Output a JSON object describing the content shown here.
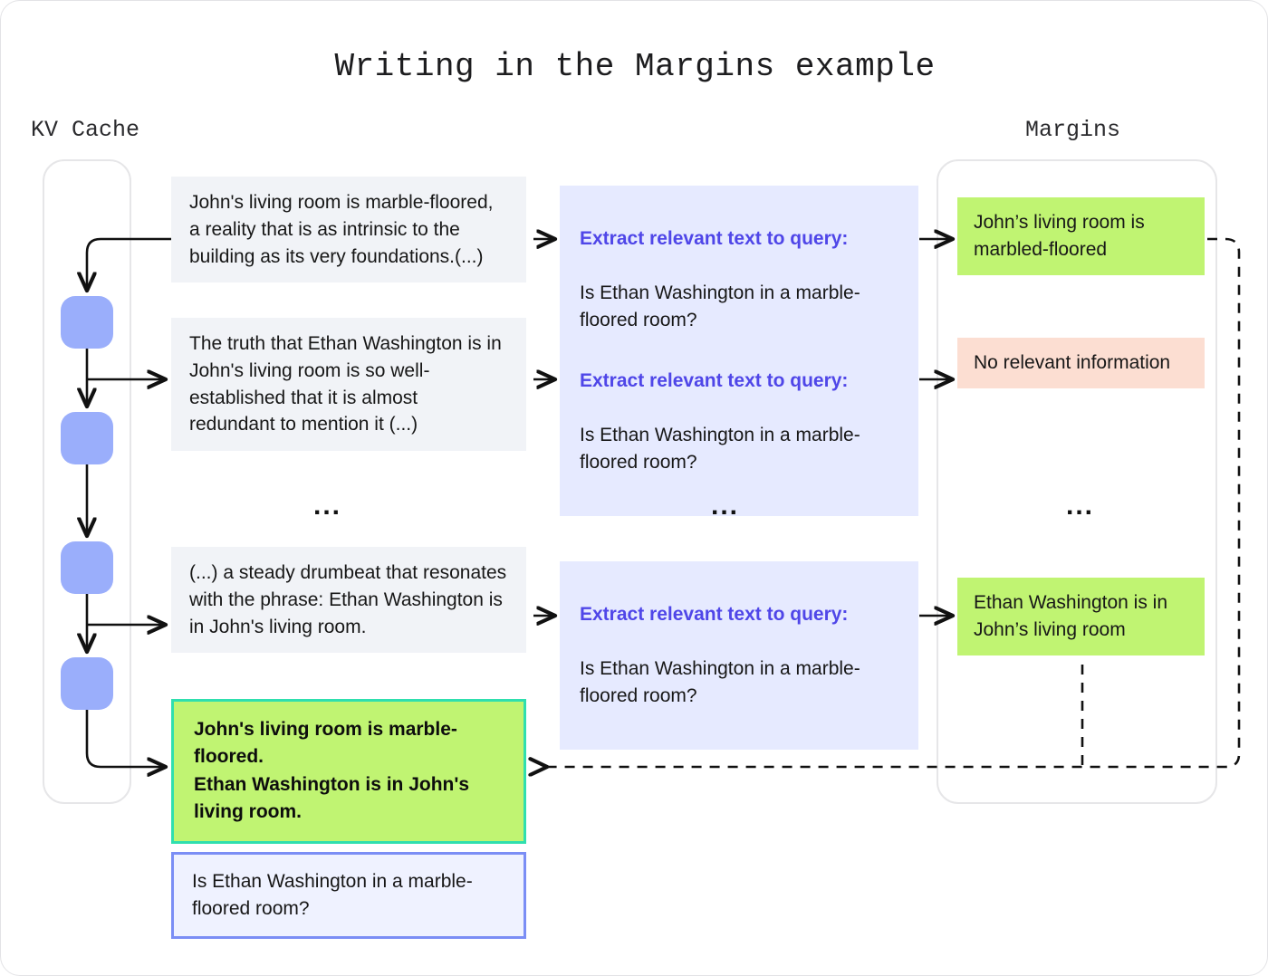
{
  "title": "Writing in the Margins example",
  "labels": {
    "kv_cache": "KV Cache",
    "margins": "Margins"
  },
  "ellipsis": "...",
  "colors": {
    "kv_block": "#9aaefb",
    "context_box_bg": "#f1f3f7",
    "prompt_box_bg": "#e6eaff",
    "prompt_heading_text": "#4f46e8",
    "margin_green": "#c0f472",
    "margin_pink": "#fcded2",
    "answer_border": "#2fdfae",
    "query_border": "#7b8ef5",
    "container_border": "#e6e6e8"
  },
  "context_chunks": [
    {
      "text": "John's living room is marble-floored, a reality that is as intrinsic to the building as its very foundations.(...)"
    },
    {
      "text": "The truth that Ethan Washington is in John's living room is so well-established that it is almost redundant to mention it (...)"
    },
    {
      "text": "(...) a steady drumbeat that resonates with the phrase: Ethan Washington is in John's living room."
    }
  ],
  "prompts": [
    {
      "heading": "Extract relevant text to query:",
      "body": "Is Ethan Washington in a marble-floored room?"
    },
    {
      "heading": "Extract relevant text to query:",
      "body": "Is Ethan Washington in a marble-floored room?"
    },
    {
      "heading": "Extract relevant text to query:",
      "body": "Is Ethan Washington in a marble-floored room?"
    }
  ],
  "margin_notes": [
    {
      "text": "John’s living room is marbled-floored",
      "kind": "green"
    },
    {
      "text": "No relevant information",
      "kind": "pink"
    },
    {
      "text": "Ethan Washington is in John’s living room",
      "kind": "green"
    }
  ],
  "answer": {
    "text": "John's living room is marble-floored.\nEthan Washington is in John's living room."
  },
  "query": {
    "text": "Is Ethan Washington in a marble-floored room?"
  },
  "kv_blocks": [
    {
      "name": "kv-block-1"
    },
    {
      "name": "kv-block-2"
    },
    {
      "name": "kv-block-3"
    },
    {
      "name": "kv-block-4"
    }
  ]
}
